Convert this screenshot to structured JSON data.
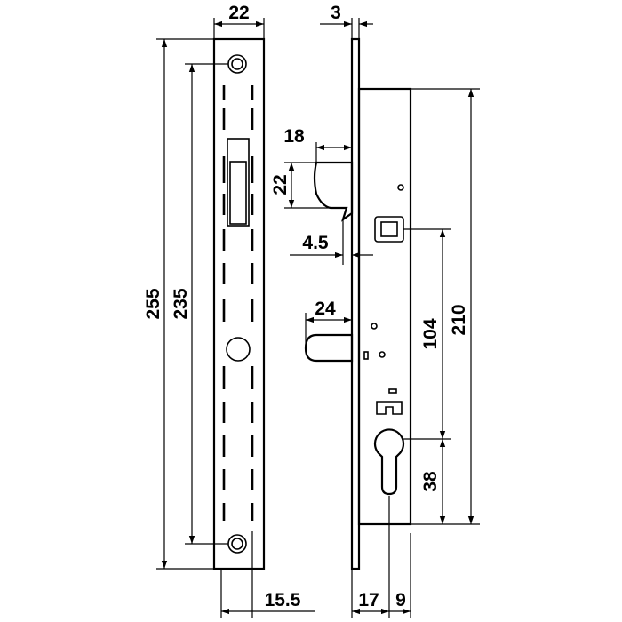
{
  "drawing": {
    "dimensions": {
      "faceplate_width": "22",
      "faceplate_length": "255",
      "screw_spacing": "235",
      "faceplate_thickness": "3",
      "latch_projection": "18",
      "latch_height": "22",
      "latch_offset": "4.5",
      "bolt_throw": "24",
      "case_height": "210",
      "spindle_to_cylinder": "104",
      "cylinder_to_bottom": "38",
      "bottom_left_offset": "15.5",
      "backset": "17",
      "cylinder_edge": "9"
    }
  }
}
